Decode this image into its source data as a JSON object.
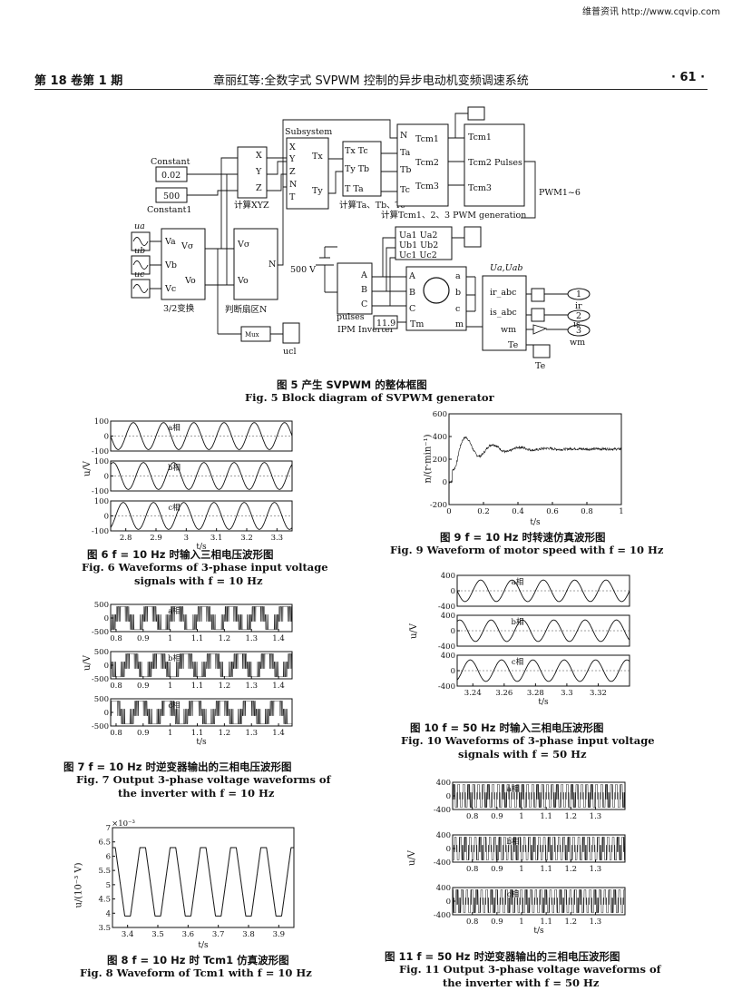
{
  "watermark": "维普资讯 http://www.cqvip.com",
  "header": {
    "issue": "第 18 卷第 1 期",
    "title": "章丽红等:全数字式 SVPWM 控制的异步电动机变频调速系统",
    "page": "· 61 ·"
  },
  "fig5": {
    "caption_cn": "图 5 产生 SVPWM 的整体框图",
    "caption_en": "Fig. 5 Block diagram of SVPWM generator",
    "labels": {
      "subsystem": "Subsystem",
      "constant": "Constant",
      "constant1": "Constant1",
      "c1_value": "0.02",
      "c2_value": "500",
      "calc_xyz": "计算XYZ",
      "calc_t": "计算Ta、Tb、Tc",
      "calc_tcm": "计算Tcm1、2、3 PWM generation",
      "pwm": "PWM1~6",
      "trans32": "3/2变换",
      "sector": "判断扇区N",
      "dc": "500 V",
      "ipm": "IPM Inverter",
      "pulses": "pulses",
      "tm_const": "11.9",
      "mux": "Mux",
      "ucl": "ucl",
      "uaab": "Ua,Uab",
      "te": "Te",
      "ir": "ir",
      "is": "is",
      "wm": "wm",
      "ua": "ua",
      "ub": "ub",
      "uc": "uc"
    }
  },
  "fig6": {
    "caption_cn": "图 6  f = 10 Hz 时输入三相电压波形图",
    "caption_en_1": "Fig. 6  Waveforms of 3-phase input voltage",
    "caption_en_2": "signals with f = 10 Hz",
    "ylabel": "u/V",
    "xlabel": "t/s",
    "phases": [
      "a相",
      "b相",
      "c相"
    ]
  },
  "fig7": {
    "caption_cn": "图 7  f = 10 Hz 时逆变器输出的三相电压波形图",
    "caption_en_1": "Fig. 7  Output 3-phase voltage waveforms of",
    "caption_en_2": "the inverter with f = 10 Hz",
    "ylabel": "u/V",
    "xlabel": "t/s",
    "phases": [
      "a相",
      "b相",
      "c相"
    ]
  },
  "fig8": {
    "caption_cn": "图 8  f = 10 Hz 时 Tcm1 仿真波形图",
    "caption_en": "Fig. 8  Waveform of Tcm1 with f = 10 Hz",
    "ylabel": "u/(10⁻³ V)",
    "xlabel": "t/s",
    "scale_note": "×10⁻³"
  },
  "fig9": {
    "caption_cn": "图 9  f = 10 Hz 时转速仿真波形图",
    "caption_en": "Fig. 9  Waveform of motor speed with f = 10 Hz",
    "ylabel": "n/(r·min⁻¹)",
    "xlabel": "t/s"
  },
  "fig10": {
    "caption_cn": "图 10  f = 50 Hz 时输入三相电压波形图",
    "caption_en_1": "Fig. 10  Waveforms of 3-phase input voltage",
    "caption_en_2": "signals with f = 50 Hz",
    "ylabel": "u/V",
    "xlabel": "t/s",
    "phases": [
      "a相",
      "b相",
      "c相"
    ]
  },
  "fig11": {
    "caption_cn": "图 11  f = 50 Hz 时逆变器输出的三相电压波形图",
    "caption_en_1": "Fig. 11  Output 3-phase voltage waveforms of",
    "caption_en_2": "the inverter with f = 50 Hz",
    "ylabel": "u/V",
    "xlabel": "t/s",
    "phases": [
      "a相",
      "b相",
      "c相"
    ]
  },
  "chart_data": [
    {
      "id": "fig6",
      "type": "line",
      "ylim": [
        -100,
        100
      ],
      "xlim": [
        2.75,
        3.35
      ],
      "xticks": [
        2.8,
        2.9,
        3,
        3.1,
        3.2,
        3.3
      ],
      "yticks": [
        100,
        0,
        -100
      ],
      "series": [
        {
          "name": "a相",
          "amplitude": 100,
          "frequency_hz": 10,
          "phase_deg": 0
        },
        {
          "name": "b相",
          "amplitude": 100,
          "frequency_hz": 10,
          "phase_deg": -120
        },
        {
          "name": "c相",
          "amplitude": 100,
          "frequency_hz": 10,
          "phase_deg": 120
        }
      ]
    },
    {
      "id": "fig7",
      "type": "line",
      "ylim": [
        -500,
        500
      ],
      "xlim": [
        0.78,
        1.45
      ],
      "xticks": [
        0.8,
        0.9,
        1,
        1.1,
        1.2,
        1.3,
        1.4
      ],
      "yticks": [
        500,
        0,
        -500
      ],
      "series": [
        {
          "name": "a相",
          "amplitude": 500,
          "frequency_hz": 10,
          "pwm": true
        },
        {
          "name": "b相",
          "amplitude": 500,
          "frequency_hz": 10,
          "pwm": true
        },
        {
          "name": "c相",
          "amplitude": 500,
          "frequency_hz": 10,
          "pwm": true
        }
      ]
    },
    {
      "id": "fig8",
      "type": "line",
      "ylim": [
        3.5,
        7
      ],
      "xlim": [
        3.35,
        3.95
      ],
      "xticks": [
        3.4,
        3.5,
        3.6,
        3.7,
        3.8,
        3.9
      ],
      "yticks": [
        3.5,
        4,
        4.5,
        5,
        5.5,
        6,
        6.5,
        7
      ],
      "series": [
        {
          "name": "Tcm1",
          "min": 3.9,
          "max": 6.3,
          "frequency_hz": 10
        }
      ]
    },
    {
      "id": "fig9",
      "type": "line",
      "ylim": [
        -200,
        600
      ],
      "xlim": [
        0,
        1
      ],
      "xticks": [
        0,
        0.2,
        0.4,
        0.6,
        0.8,
        1
      ],
      "yticks": [
        600,
        400,
        200,
        0,
        -200
      ],
      "series": [
        {
          "name": "n",
          "steady_value": 290,
          "peak": 390,
          "peak_t": 0.1
        }
      ]
    },
    {
      "id": "fig10",
      "type": "line",
      "ylim": [
        -400,
        400
      ],
      "xlim": [
        3.23,
        3.34
      ],
      "xticks": [
        3.24,
        3.26,
        3.28,
        3.3,
        3.32
      ],
      "yticks": [
        400,
        0,
        -400
      ],
      "series": [
        {
          "name": "a相",
          "amplitude": 310,
          "frequency_hz": 50,
          "phase_deg": 0
        },
        {
          "name": "b相",
          "amplitude": 310,
          "frequency_hz": 50,
          "phase_deg": -120
        },
        {
          "name": "c相",
          "amplitude": 310,
          "frequency_hz": 50,
          "phase_deg": 120
        }
      ]
    },
    {
      "id": "fig11",
      "type": "line",
      "ylim": [
        -400,
        400
      ],
      "xlim": [
        0.72,
        1.42
      ],
      "xticks": [
        0.8,
        0.9,
        1,
        1.1,
        1.2,
        1.3
      ],
      "yticks": [
        400,
        0,
        -400
      ],
      "series": [
        {
          "name": "a相",
          "amplitude": 400,
          "frequency_hz": 50,
          "pwm": true
        },
        {
          "name": "b相",
          "amplitude": 400,
          "frequency_hz": 50,
          "pwm": true
        },
        {
          "name": "c相",
          "amplitude": 400,
          "frequency_hz": 50,
          "pwm": true
        }
      ]
    }
  ]
}
